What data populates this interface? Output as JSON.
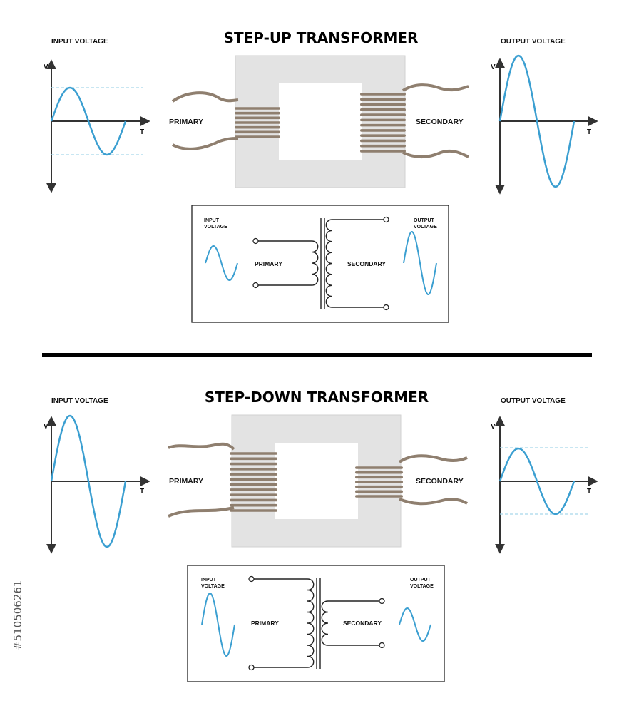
{
  "step_up": {
    "title": "STEP-UP TRANSFORMER",
    "input_label": "INPUT VOLTAGE",
    "output_label": "OUTPUT VOLTAGE",
    "v_axis": "V",
    "t_axis": "T",
    "primary_label": "PRIMARY",
    "secondary_label": "SECONDARY",
    "schematic": {
      "input_line1": "INPUT",
      "input_line2": "VOLTAGE",
      "output_line1": "OUTPUT",
      "output_line2": "VOLTAGE",
      "primary": "PRIMARY",
      "secondary": "SECONDARY"
    }
  },
  "step_down": {
    "title": "STEP-DOWN TRANSFORMER",
    "input_label": "INPUT VOLTAGE",
    "output_label": "OUTPUT VOLTAGE",
    "v_axis": "V",
    "t_axis": "T",
    "primary_label": "PRIMARY",
    "secondary_label": "SECONDARY",
    "schematic": {
      "input_line1": "INPUT",
      "input_line2": "VOLTAGE",
      "output_line1": "OUTPUT",
      "output_line2": "VOLTAGE",
      "primary": "PRIMARY",
      "secondary": "SECONDARY"
    }
  },
  "watermark_id": "#510506261",
  "colors": {
    "wave": "#3b9fd1",
    "dashed": "#a8d8ea",
    "core": "#e3e3e3",
    "core_border": "#d2d2d2",
    "winding": "#8f7f6f",
    "ink": "#222222"
  }
}
